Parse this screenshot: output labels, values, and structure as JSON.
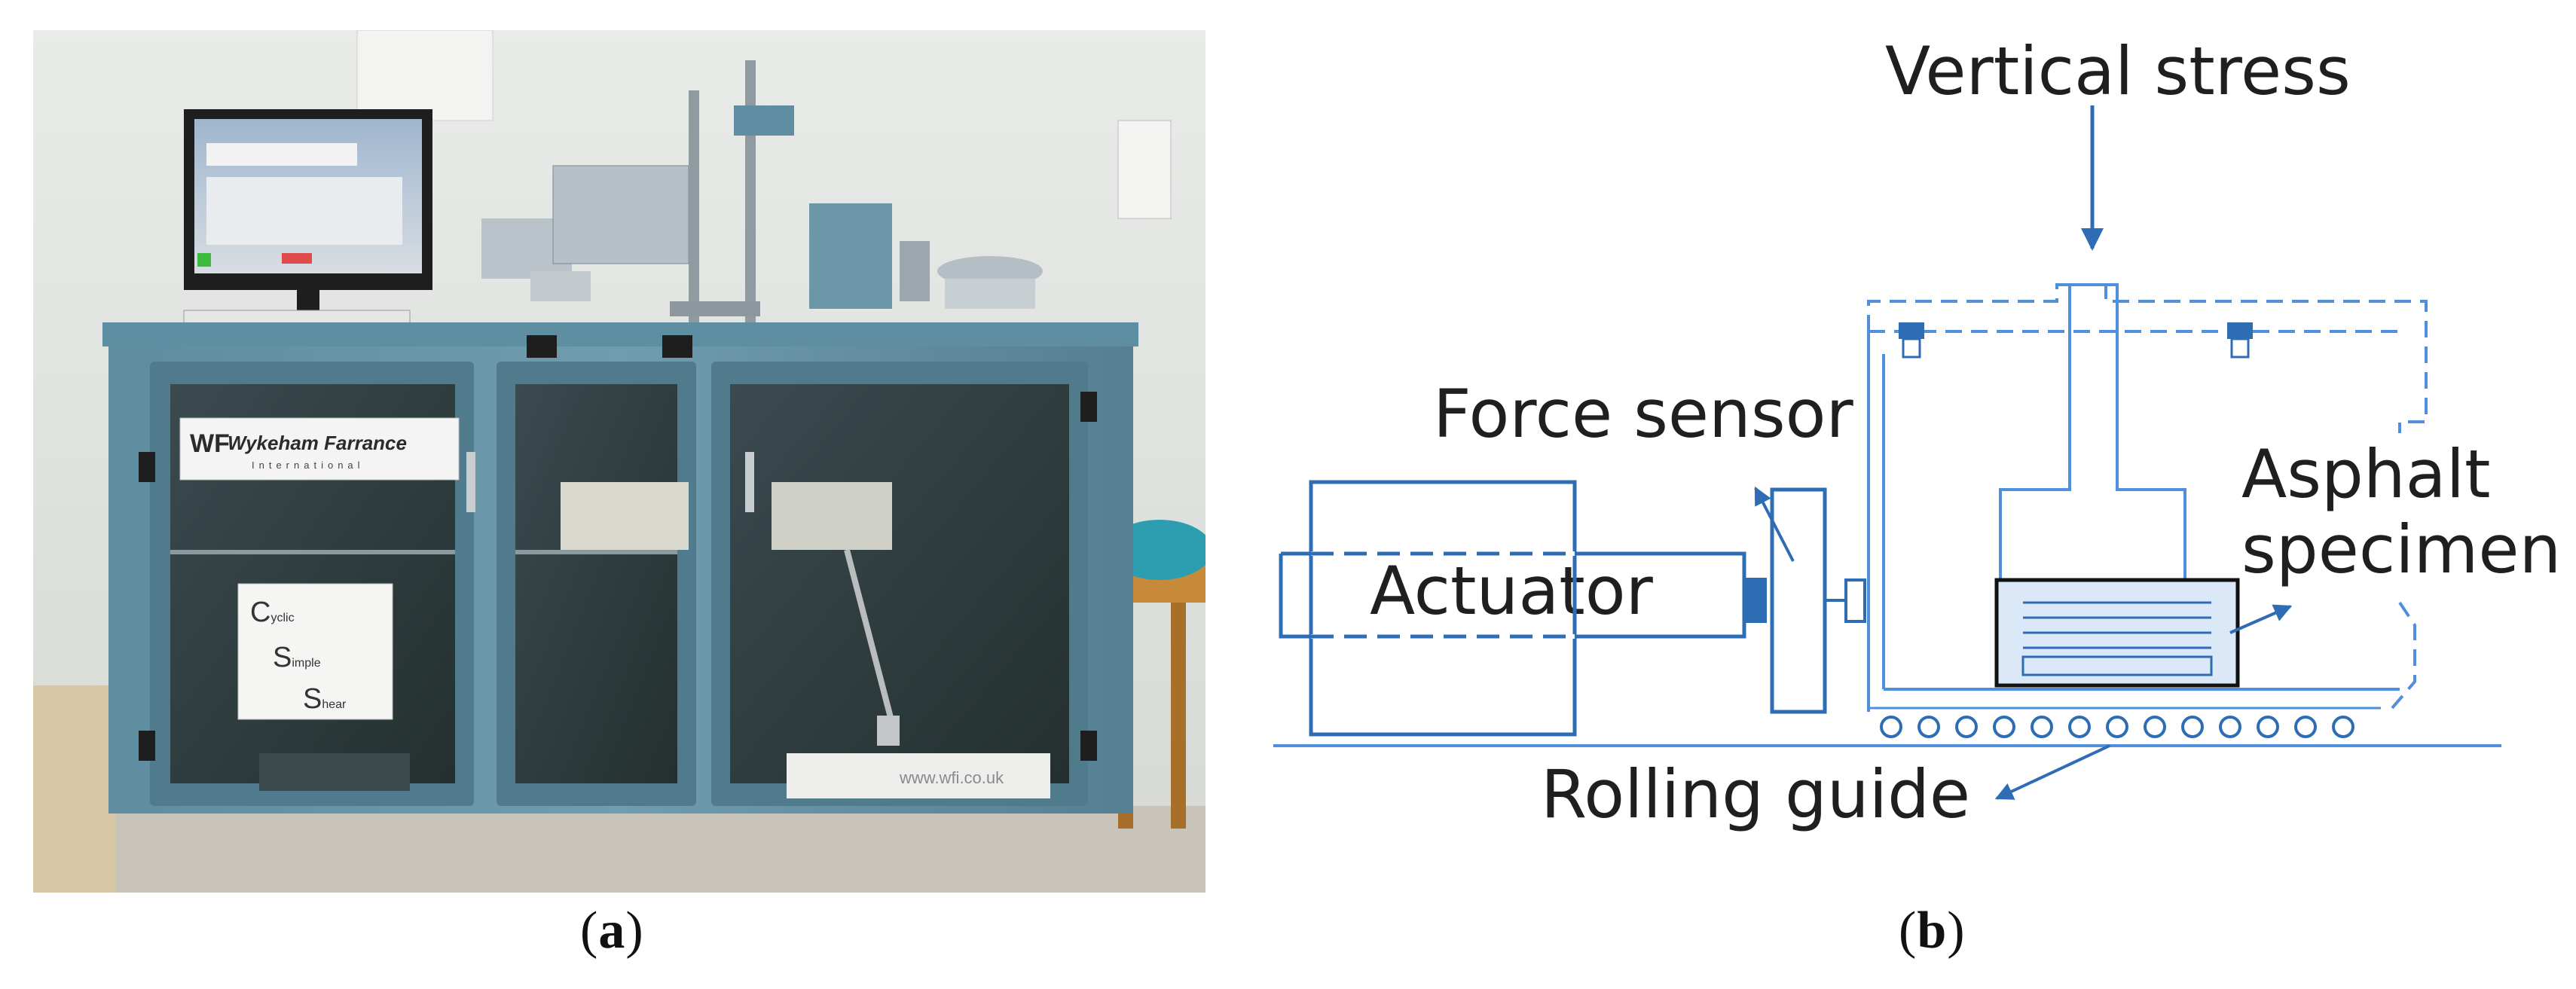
{
  "captions": {
    "a": "a",
    "b": "b"
  },
  "photo": {
    "brand_logo": "WF",
    "brand_name": "Wykeham Farrance",
    "brand_sub": "International",
    "sign_lines": [
      {
        "big": "C",
        "small": "yclic"
      },
      {
        "big": "S",
        "small": "imple"
      },
      {
        "big": "S",
        "small": "hear"
      }
    ],
    "website": "www.wfi.co.uk"
  },
  "diagram": {
    "labels": {
      "vertical_stress": "Vertical stress",
      "force_sensor": "Force sensor",
      "asphalt_line1": "Asphalt",
      "asphalt_line2": "specimen",
      "actuator": "Actuator",
      "rolling_guide": "Rolling guide"
    },
    "colors": {
      "primary": "#2e6db4",
      "light": "#4f8fdc",
      "specimen_fill": "#dbe8f8"
    }
  }
}
